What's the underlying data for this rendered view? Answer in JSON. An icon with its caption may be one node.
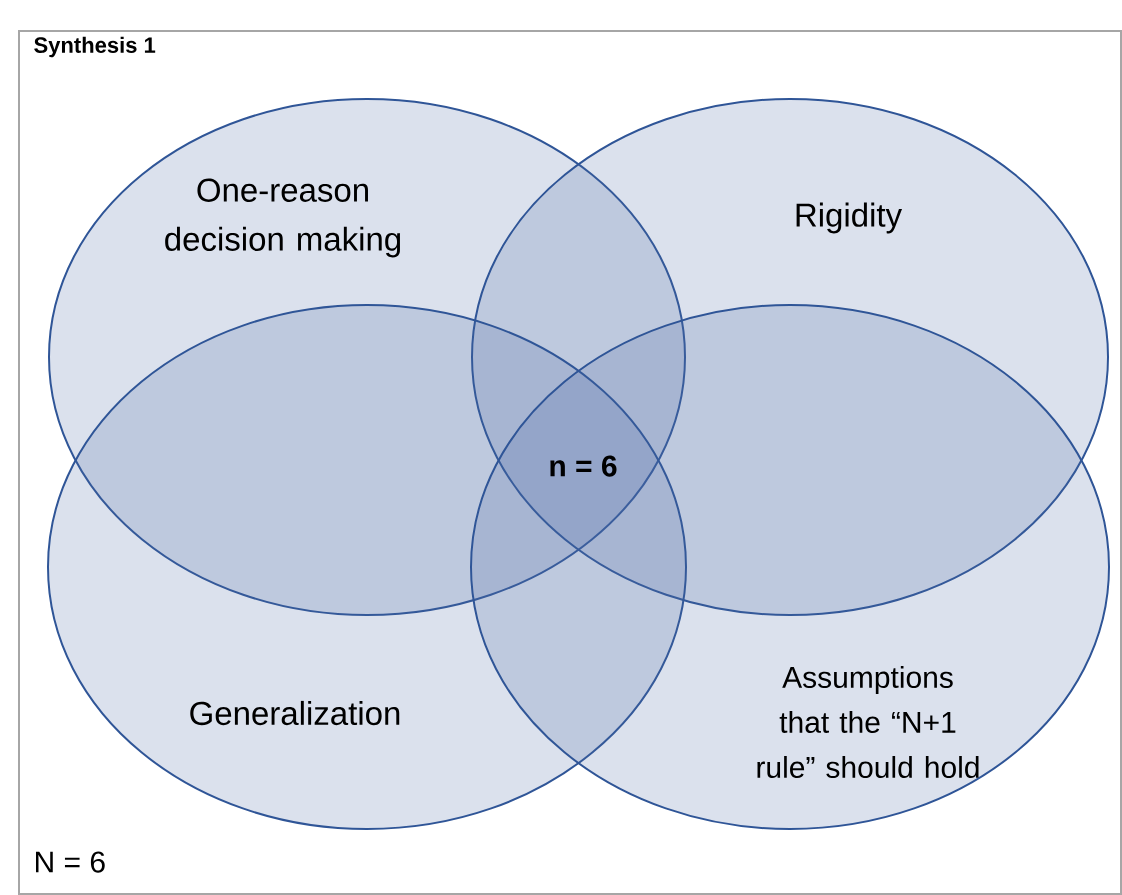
{
  "diagram": {
    "title": "Synthesis 1",
    "nodes": [
      {
        "text": [
          "One-reason decision making"
        ]
      },
      {
        "text": [
          "Rigidity"
        ]
      },
      {
        "text": [
          "Generalization"
        ]
      },
      {
        "text": [
          "Assumptions that the “N+1 rule” should hold"
        ]
      }
    ],
    "labels": [
      "n = 6",
      "N = 6"
    ]
  }
}
